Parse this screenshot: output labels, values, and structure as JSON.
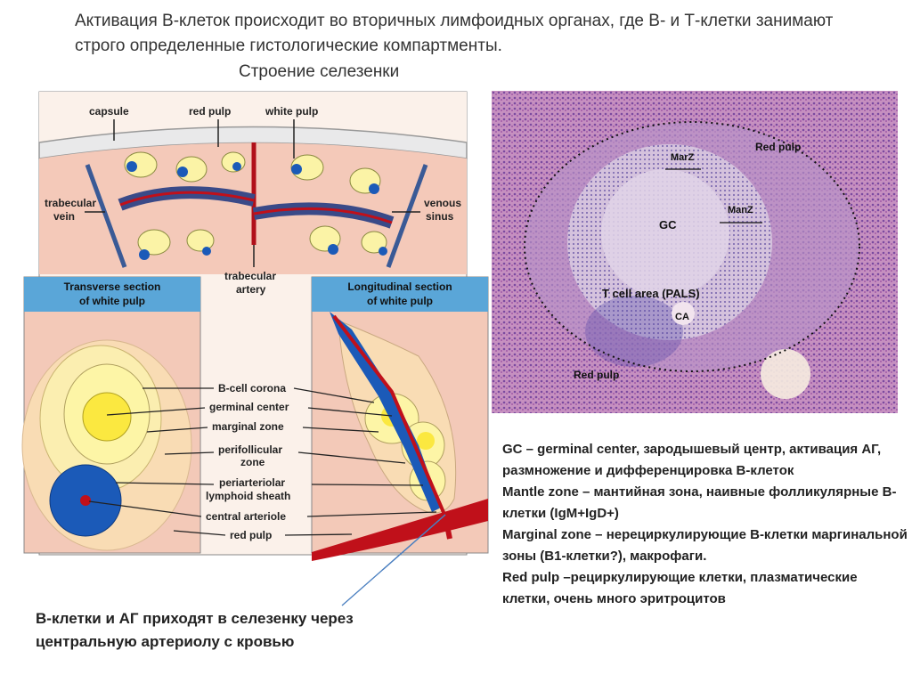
{
  "slide": {
    "title": "Активация В-клеток происходит во вторичных лимфоидных органах, где В- и Т-клетки занимают  строго определенные гистологические компартменты.",
    "subtitle": "Строение селезенки"
  },
  "spleen_diagram": {
    "labels": {
      "capsule": "capsule",
      "red_pulp": "red pulp",
      "white_pulp": "white pulp",
      "trabecular_vein_1": "trabecular",
      "trabecular_vein_2": "vein",
      "venous_sinus_1": "venous",
      "venous_sinus_2": "sinus",
      "trabecular_artery_1": "trabecular",
      "trabecular_artery_2": "artery"
    },
    "transverse_title_1": "Transverse section",
    "transverse_title_2": "of white pulp",
    "longitudinal_title_1": "Longitudinal section",
    "longitudinal_title_2": "of white pulp",
    "center_labels": {
      "b_cell_corona": "B-cell corona",
      "germinal_center": "germinal center",
      "marginal_zone": "marginal zone",
      "perifollicular_1": "perifollicular",
      "perifollicular_2": "zone",
      "pals_1": "periarteriolar",
      "pals_2": "lymphoid sheath",
      "central_arteriole": "central arteriole",
      "red_pulp": "red pulp"
    }
  },
  "micrograph": {
    "marz_top": "MarZ",
    "manz": "ManZ",
    "gc": "GC",
    "red_pulp_top": "Red pulp",
    "t_cell_area": "T cell area (PALS)",
    "ca": "CA",
    "red_pulp_bottom": "Red pulp"
  },
  "legend": {
    "line1": "GC – germinal center, зародышевый центр, активация АГ, размножение и дифференцировка В-клеток",
    "line2": "Mantle zone – мантийная зона, наивные фолликулярные В-клетки (IgM+IgD+)",
    "line3": "Marginal zone – нерециркулирующие В-клетки маргинальной зоны (В1-клетки?), макрофаги.",
    "line4": "Red pulp –рециркулирующие клетки, плазматические клетки, очень много эритроцитов"
  },
  "bottom_note": "В-клетки и АГ приходят в селезенку через центральную артериолу с кровью",
  "colors": {
    "pink_bg": "#f6d6c9",
    "header_blue": "#5aa6d8",
    "blue_pals": "#1b5ab8",
    "artery_red": "#c0101a",
    "follicle_yellow": "#fbf3a6"
  }
}
